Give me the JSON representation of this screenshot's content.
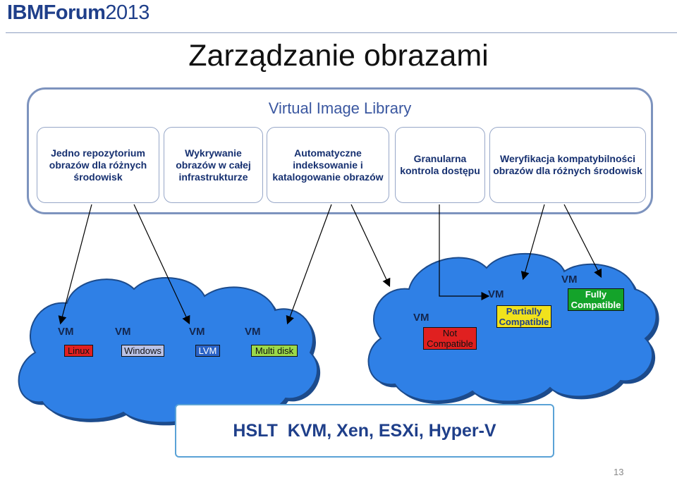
{
  "header": {
    "brand_ibm": "IBM",
    "brand_forum": "Forum",
    "brand_year": "2013"
  },
  "slide": {
    "title": "Zarządzanie obrazami",
    "page_number": "13"
  },
  "library": {
    "title": "Virtual Image Library",
    "features": [
      "Jedno repozytorium obrazów dla różnych środowisk",
      "Wykrywanie obrazów w całej infrastrukturze",
      "Automatyczne indeksowanie i katalogowanie obrazów",
      "Granularna kontrola dostępu",
      "Weryfikacja kompatybilności obrazów dla różnych środowisk"
    ]
  },
  "left_cloud": {
    "vms": [
      {
        "vm": "VM",
        "tag": "Linux"
      },
      {
        "vm": "VM",
        "tag": "Windows"
      },
      {
        "vm": "VM",
        "tag": "LVM"
      },
      {
        "vm": "VM",
        "tag": "Multi disk"
      }
    ]
  },
  "right_cloud": {
    "vms": [
      {
        "vm": "VM",
        "tag": "Not Compatible"
      },
      {
        "vm": "VM",
        "tag": "Partially Compatible"
      },
      {
        "vm": "VM",
        "tag": "Fully Compatible"
      }
    ]
  },
  "hypervisors": {
    "text": "HSLT  KVM, Xen, ESXi, Hyper-V"
  },
  "colors": {
    "brand": "#1f3f8a",
    "cloud_fill": "#2f80e6",
    "cloud_border": "#1c4b8c",
    "linux_tag": "#e02020",
    "windows_tag": "#b9c2e6",
    "lvm_tag": "#2a63c7",
    "multidisk_tag": "#9bd94a",
    "not_compatible_tag": "#e02020",
    "partially_compatible_tag": "#f1e21c",
    "fully_compatible_tag": "#14a32a"
  }
}
